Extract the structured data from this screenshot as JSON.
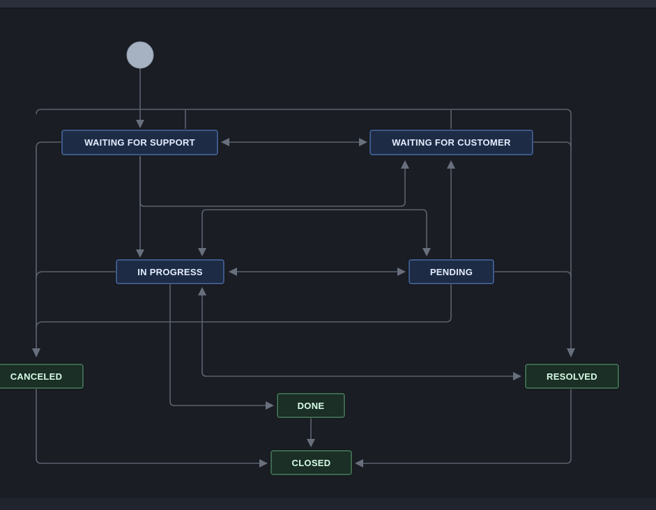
{
  "diagram": {
    "kind": "issue-workflow-state-diagram",
    "start": {
      "shape": "circle"
    },
    "statuses": [
      {
        "id": "waiting-for-support",
        "label": "WAITING FOR SUPPORT",
        "category": "blue"
      },
      {
        "id": "waiting-for-customer",
        "label": "WAITING FOR CUSTOMER",
        "category": "blue"
      },
      {
        "id": "in-progress",
        "label": "IN PROGRESS",
        "category": "blue"
      },
      {
        "id": "pending",
        "label": "PENDING",
        "category": "blue"
      },
      {
        "id": "canceled",
        "label": "CANCELED",
        "category": "green"
      },
      {
        "id": "resolved",
        "label": "RESOLVED",
        "category": "green"
      },
      {
        "id": "done",
        "label": "DONE",
        "category": "green"
      },
      {
        "id": "closed",
        "label": "CLOSED",
        "category": "green"
      }
    ],
    "transitions": [
      {
        "from": "START",
        "to": "WAITING FOR SUPPORT"
      },
      {
        "from": "WAITING FOR SUPPORT",
        "to": "WAITING FOR CUSTOMER",
        "bidirectional": true
      },
      {
        "from": "WAITING FOR SUPPORT",
        "to": "WAITING FOR CUSTOMER",
        "route": "lower"
      },
      {
        "from": "WAITING FOR SUPPORT",
        "to": "IN PROGRESS"
      },
      {
        "from": "WAITING FOR CUSTOMER",
        "to": "IN PROGRESS"
      },
      {
        "from": "WAITING FOR CUSTOMER",
        "to": "PENDING"
      },
      {
        "from": "PENDING",
        "to": "WAITING FOR CUSTOMER"
      },
      {
        "from": "IN PROGRESS",
        "to": "PENDING",
        "bidirectional": true
      },
      {
        "from": "WAITING FOR SUPPORT",
        "to": "CANCELED"
      },
      {
        "from": "IN PROGRESS",
        "to": "CANCELED"
      },
      {
        "from": "PENDING",
        "to": "CANCELED"
      },
      {
        "from": "WAITING FOR SUPPORT",
        "to": "RESOLVED",
        "route": "top-rail"
      },
      {
        "from": "WAITING FOR CUSTOMER",
        "to": "RESOLVED"
      },
      {
        "from": "PENDING",
        "to": "RESOLVED"
      },
      {
        "from": "IN PROGRESS",
        "to": "RESOLVED",
        "bidirectional": true
      },
      {
        "from": "IN PROGRESS",
        "to": "DONE"
      },
      {
        "from": "DONE",
        "to": "CLOSED"
      },
      {
        "from": "CANCELED",
        "to": "CLOSED"
      },
      {
        "from": "RESOLVED",
        "to": "CLOSED"
      }
    ],
    "colors": {
      "background": "#1a1d23",
      "top_bar": "#2a2f3b",
      "bottom_bar": "#20242c",
      "edge_line": "#5b6370",
      "arrowhead": "#69707d",
      "start_circle": "#a6b1c1",
      "status_blue_fill": "#1e2b45",
      "status_blue_border": "#3e5a8a",
      "status_blue_text": "#e3edff",
      "status_green_fill": "#1b2f26",
      "status_green_border": "#3d684f",
      "status_green_text": "#d6fce7"
    }
  }
}
